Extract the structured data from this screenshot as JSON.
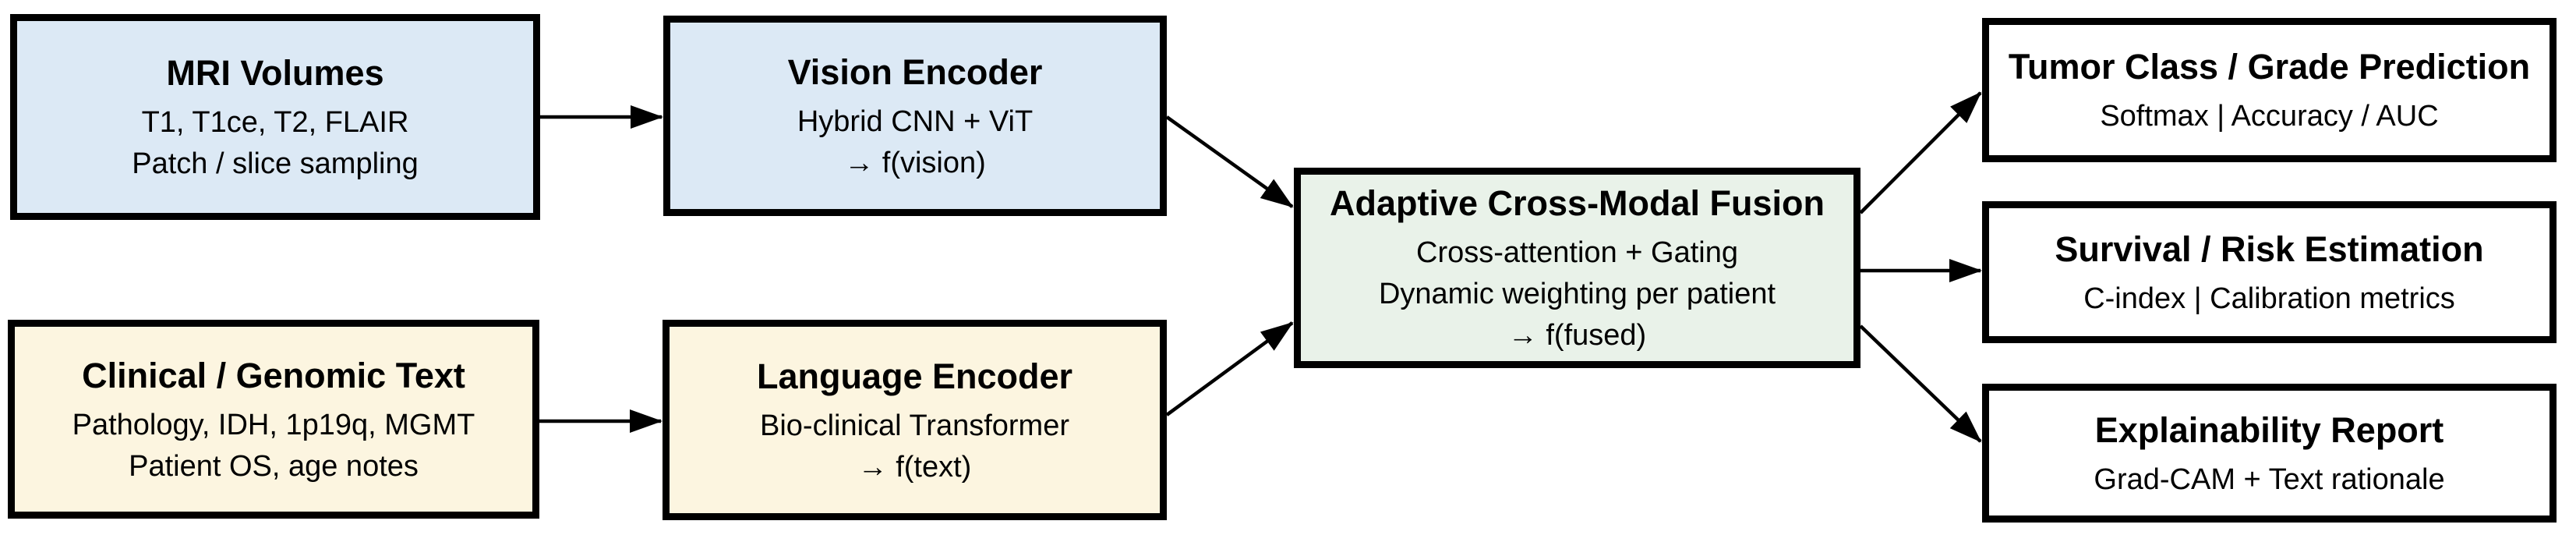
{
  "diagram": {
    "nodes": {
      "mri": {
        "title": "MRI Volumes",
        "lines": [
          "T1, T1ce, T2, FLAIR",
          "Patch / slice sampling"
        ]
      },
      "vision": {
        "title": "Vision Encoder",
        "lines": [
          "Hybrid CNN + ViT",
          "→ f(vision)"
        ]
      },
      "clinical": {
        "title": "Clinical / Genomic Text",
        "lines": [
          "Pathology, IDH, 1p19q, MGMT",
          "Patient OS, age notes"
        ]
      },
      "language": {
        "title": "Language Encoder",
        "lines": [
          "Bio-clinical Transformer",
          "→ f(text)"
        ]
      },
      "fusion": {
        "title": "Adaptive Cross-Modal Fusion",
        "lines": [
          "Cross-attention + Gating",
          "Dynamic weighting per patient",
          "→ f(fused)"
        ]
      },
      "tumor": {
        "title": "Tumor Class / Grade Prediction",
        "lines": [
          "Softmax | Accuracy / AUC"
        ]
      },
      "survival": {
        "title": "Survival / Risk Estimation",
        "lines": [
          "C-index | Calibration metrics"
        ]
      },
      "explain": {
        "title": "Explainability Report",
        "lines": [
          "Grad-CAM + Text rationale"
        ]
      }
    },
    "colors": {
      "mri_vision_fill": "#dce9f5",
      "clinical_language_fill": "#fcf5e0",
      "fusion_fill": "#e9f2e9",
      "output_fill": "#ffffff",
      "stroke": "#000000",
      "background": "#ffffff"
    }
  }
}
